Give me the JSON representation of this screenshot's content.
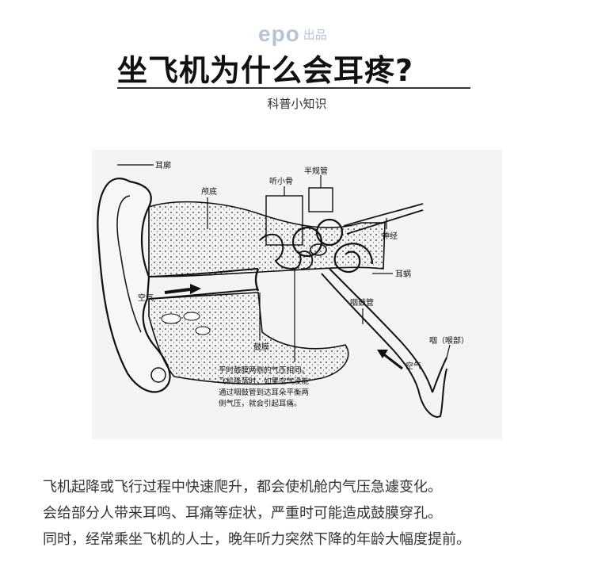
{
  "brand": {
    "logo": "epo",
    "suffix": "出品"
  },
  "title": "坐飞机为什么会耳疼?",
  "subtitle": "科普小知识",
  "diagram": {
    "labels": {
      "auricle": "耳廓",
      "skull_base": "颅底",
      "ossicles": "听小骨",
      "semicircular_canals": "半规管",
      "nerve": "神经",
      "cochlea": "耳蜗",
      "eustachian_tube": "咽鼓管",
      "pharynx": "咽（喉部）",
      "air_outer": "空气",
      "air_tube": "空气",
      "eardrum": "鼓膜"
    },
    "note": [
      "平时鼓膜两侧的气压相同。",
      "飞机降落时，如果空气没能",
      "通过咽鼓管到达耳朵平衡两",
      "侧气压，就会引起耳痛。"
    ]
  },
  "paragraphs": [
    "飞机起降或飞行过程中快速爬升，都会使机舱内气压急遽变化。",
    "会给部分人带来耳鸣、耳痛等症状，严重时可能造成鼓膜穿孔。",
    "同时，经常乘坐飞机的人士，晚年听力突然下降的年龄大幅度提前。"
  ]
}
